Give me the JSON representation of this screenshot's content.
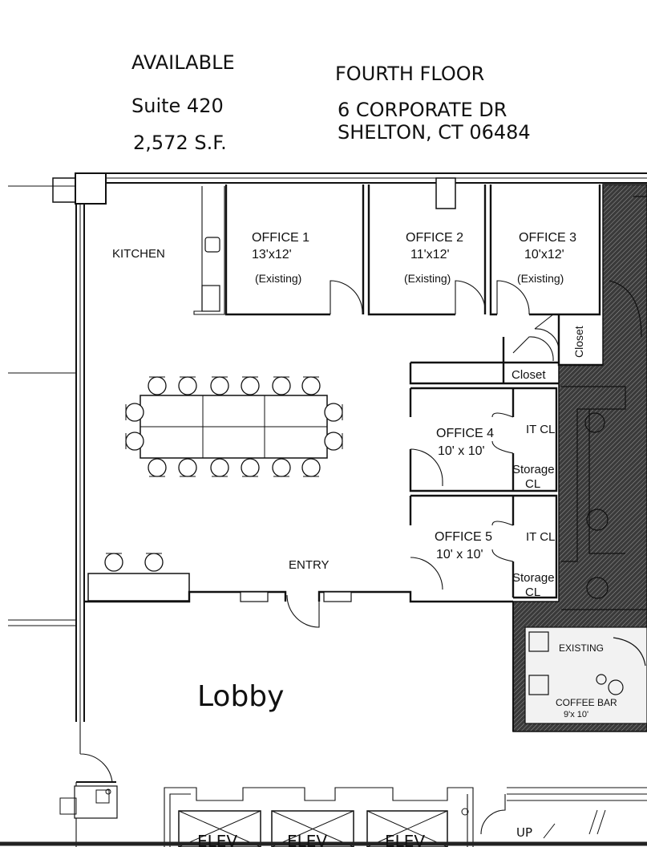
{
  "header": {
    "status": "AVAILABLE",
    "suite": "Suite 420",
    "area": "2,572 S.F.",
    "floor": "FOURTH FLOOR",
    "address_line1": "6 CORPORATE DR",
    "address_line2": "SHELTON, CT  06484"
  },
  "rooms": {
    "kitchen": "KITCHEN",
    "office1": {
      "name": "OFFICE 1",
      "size": "13'x12'",
      "note": "(Existing)"
    },
    "office2": {
      "name": "OFFICE 2",
      "size": "11'x12'",
      "note": "(Existing)"
    },
    "office3": {
      "name": "OFFICE 3",
      "size": "10'x12'",
      "note": "(Existing)"
    },
    "office4": {
      "name": "OFFICE 4",
      "size": "10' x 10'",
      "it": "IT CL",
      "storage": "Storage",
      "cl": "CL"
    },
    "office5": {
      "name": "OFFICE 5",
      "size": "10' x 10'",
      "it": "IT CL",
      "storage": "Storage",
      "cl": "CL"
    },
    "closet_a": "Closet",
    "closet_b": "Closet",
    "entry": "ENTRY",
    "lobby": "Lobby"
  },
  "adjacent": {
    "existing": "EXISTING",
    "coffee_bar": "COFFEE BAR",
    "coffee_size": "9'x 10'",
    "up": "UP",
    "elev": [
      "ELEV",
      "ELEV",
      "ELEV"
    ]
  },
  "colors": {
    "line": "#111111",
    "hatch": "#555555",
    "background": "#ffffff"
  }
}
